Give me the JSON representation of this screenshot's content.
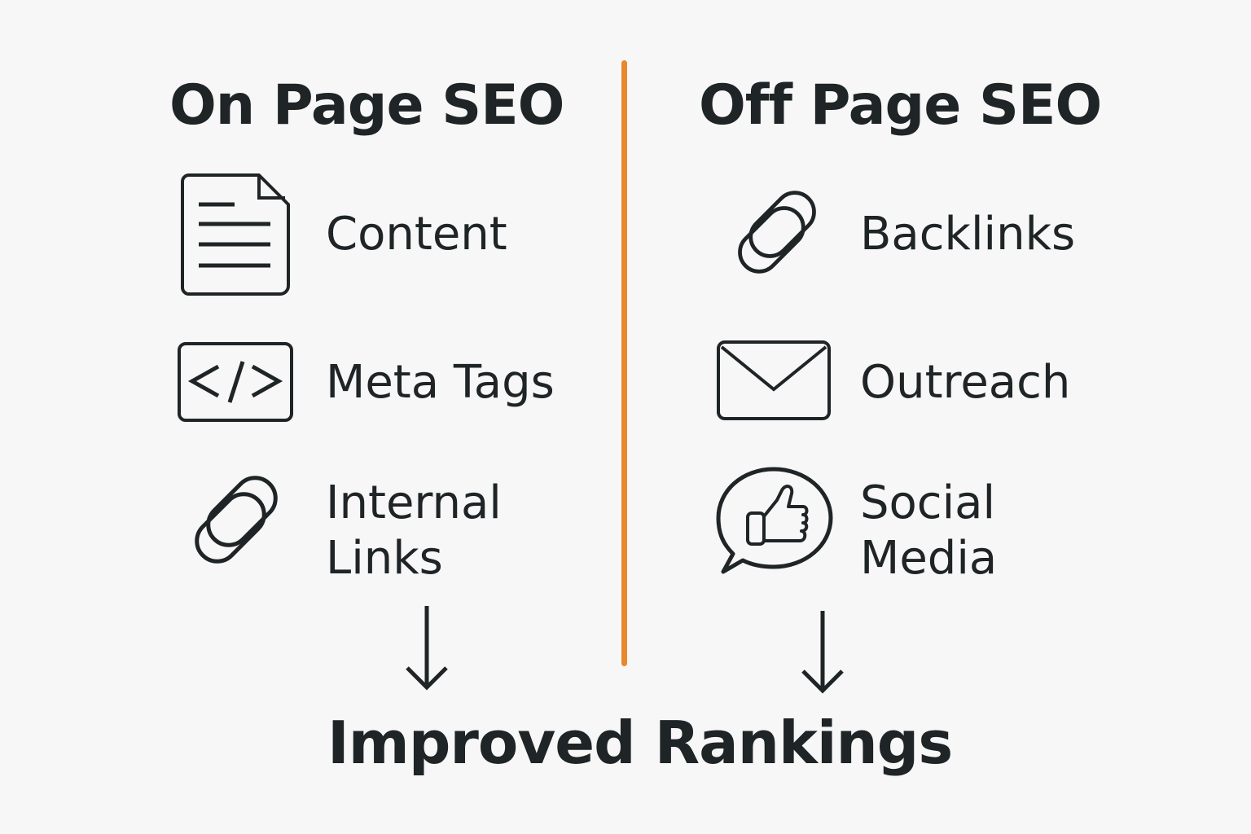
{
  "on_page": {
    "title": "On Page SEO",
    "items": [
      {
        "label": "Content",
        "icon": "document-icon"
      },
      {
        "label": "Meta Tags",
        "icon": "code-icon"
      },
      {
        "label_line1": "Internal",
        "label_line2": "Links",
        "icon": "link-icon"
      }
    ]
  },
  "off_page": {
    "title": "Off Page SEO",
    "items": [
      {
        "label": "Backlinks",
        "icon": "link-icon"
      },
      {
        "label": "Outreach",
        "icon": "envelope-icon"
      },
      {
        "label_line1": "Social",
        "label_line2": "Media",
        "icon": "thumbs-up-speech-bubble-icon"
      }
    ]
  },
  "result": {
    "label": "Improved Rankings"
  },
  "colors": {
    "divider": "#e8872c",
    "text": "#1f2426",
    "background": "#f7f7f7"
  }
}
